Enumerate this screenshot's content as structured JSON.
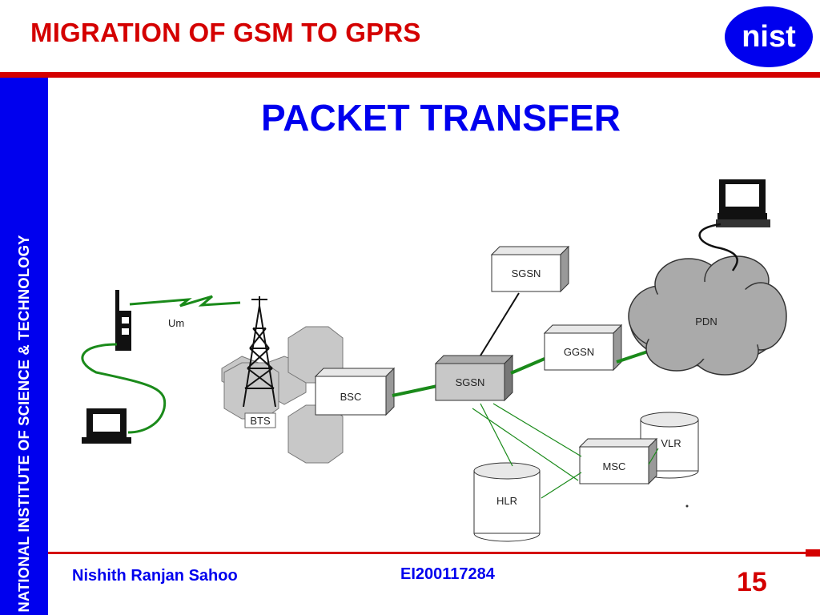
{
  "header": {
    "title": "MIGRATION OF GSM TO GPRS",
    "logo_text": "nist"
  },
  "sidebar": {
    "text": "NATIONAL INSTITUTE OF SCIENCE & TECHNOLOGY"
  },
  "slide": {
    "title": "PACKET TRANSFER"
  },
  "diagram": {
    "labels": {
      "um": "Um",
      "bts": "BTS",
      "bsc": "BSC",
      "sgsn_main": "SGSN",
      "sgsn_top": "SGSN",
      "ggsn": "GGSN",
      "pdn": "PDN",
      "hlr": "HLR",
      "msc": "MSC",
      "vlr": "VLR"
    }
  },
  "footer": {
    "author": "Nishith Ranjan Sahoo",
    "id": "EI200117284",
    "page": "15"
  },
  "colors": {
    "header_red": "#d40000",
    "brand_blue": "#0000ee",
    "link_green": "#1a8a1a"
  }
}
